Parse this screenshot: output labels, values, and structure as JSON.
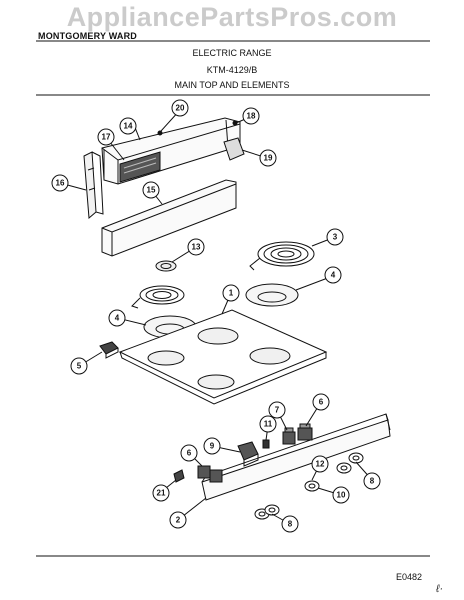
{
  "watermark": "AppliancePartsPros.com",
  "header": {
    "brand": "MONTGOMERY WARD",
    "title": "ELECTRIC RANGE",
    "model": "KTM-4129/B",
    "section": "MAIN TOP AND ELEMENTS"
  },
  "callouts": [
    "20",
    "14",
    "17",
    "18",
    "19",
    "16",
    "15",
    "13",
    "3",
    "4",
    "1",
    "4",
    "5",
    "11",
    "7",
    "6",
    "9",
    "6",
    "12",
    "8",
    "21",
    "10",
    "2",
    "8"
  ],
  "footer": {
    "diagram_code": "E0482"
  }
}
